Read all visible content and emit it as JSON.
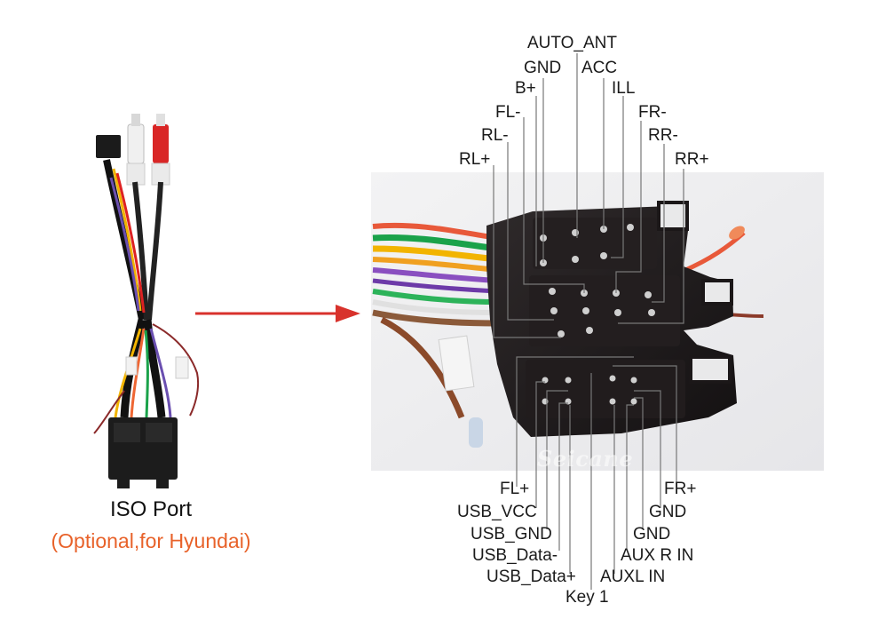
{
  "left_caption": {
    "title": "ISO Port",
    "subtitle": "(Optional,for Hyundai)"
  },
  "watermark": "Seicane",
  "top_pins": [
    "AUTO_ANT",
    "GND",
    "ACC",
    "B+",
    "ILL",
    "FL-",
    "FR-",
    "RL-",
    "RR-",
    "RL+",
    "RR+"
  ],
  "bottom_pins": [
    "FL+",
    "FR+",
    "USB_VCC",
    "GND",
    "USB_GND",
    "GND",
    "USB_Data-",
    "AUX R IN",
    "USB_Data+",
    "AUXL IN",
    "Key 1"
  ],
  "colors": {
    "arrow": "#d8322c",
    "subtitle": "#e8622a",
    "connector": "#1e1a1b"
  }
}
